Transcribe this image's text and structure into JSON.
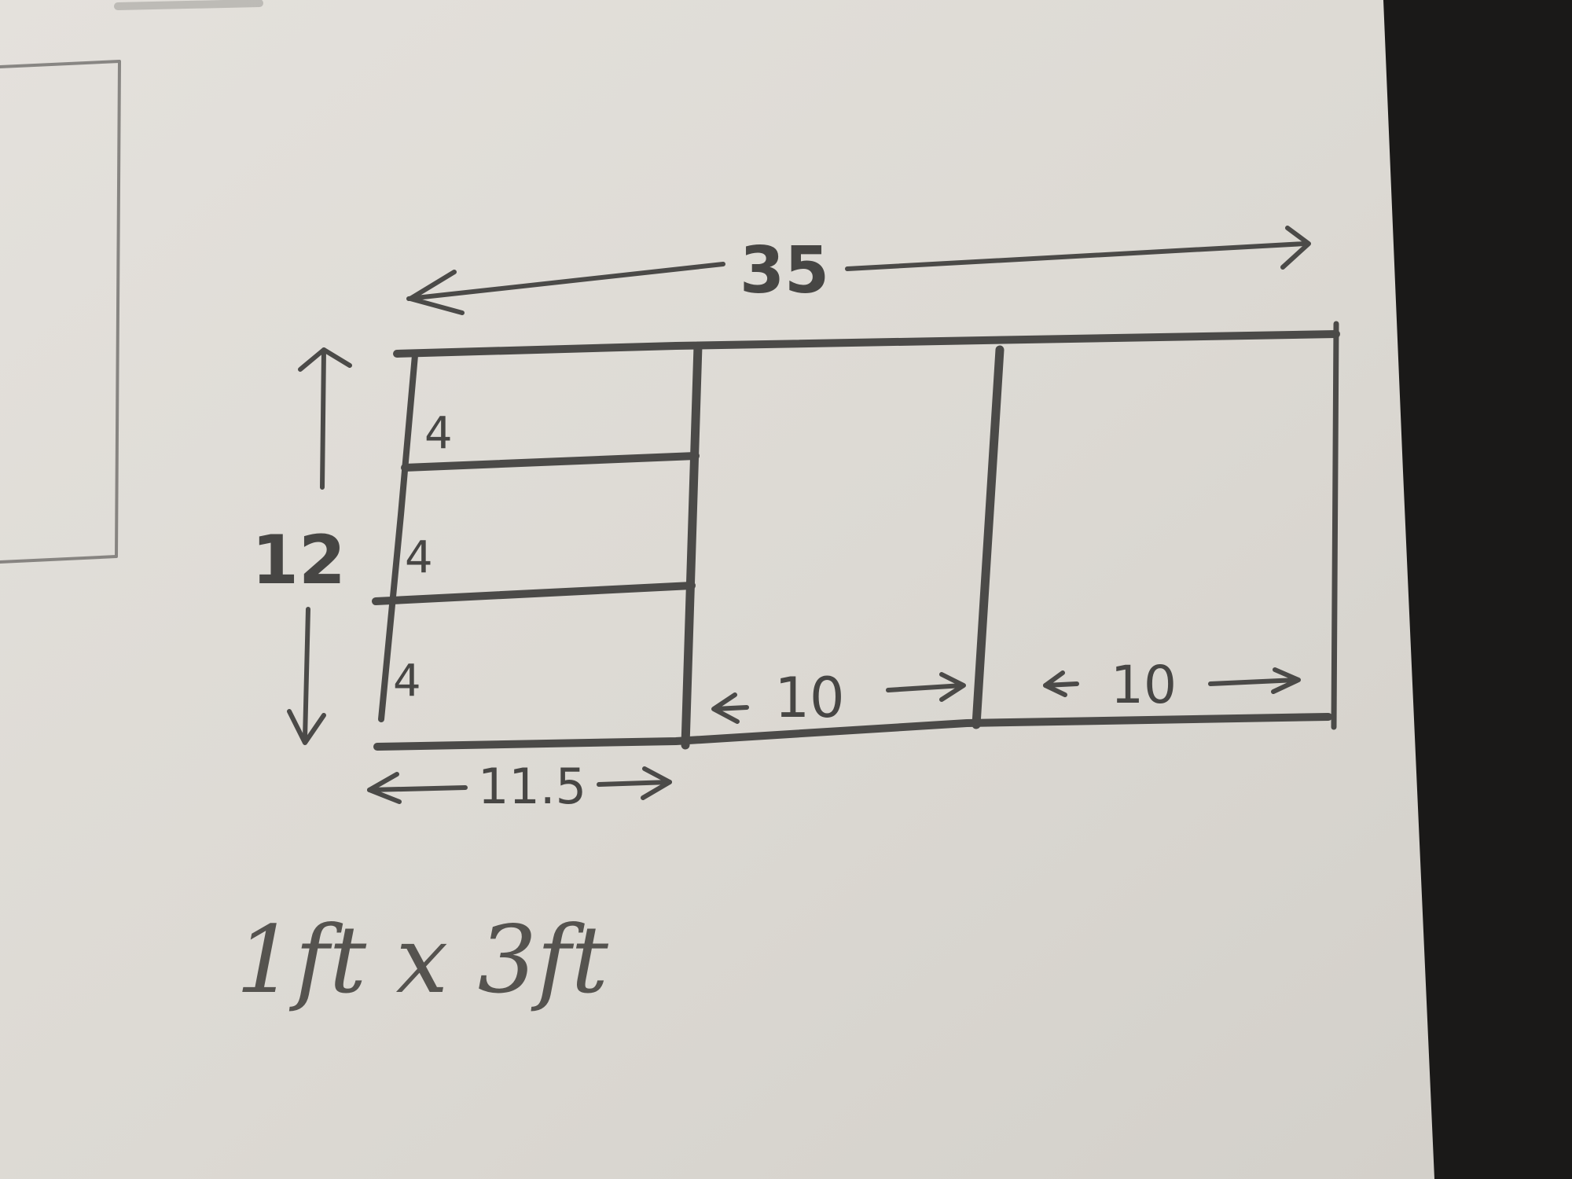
{
  "sketch": {
    "total_width_label": "35",
    "height_label": "12",
    "drawer_labels": [
      "4",
      "4",
      "4"
    ],
    "drawer_column_width_label": "11.5",
    "middle_bay_width_label": "10",
    "right_bay_width_label": "10",
    "footnote": "1ft x 3ft"
  },
  "colors": {
    "paper": "#dedbd5",
    "pencil": "#4b4a48",
    "background": "#1a1918"
  }
}
